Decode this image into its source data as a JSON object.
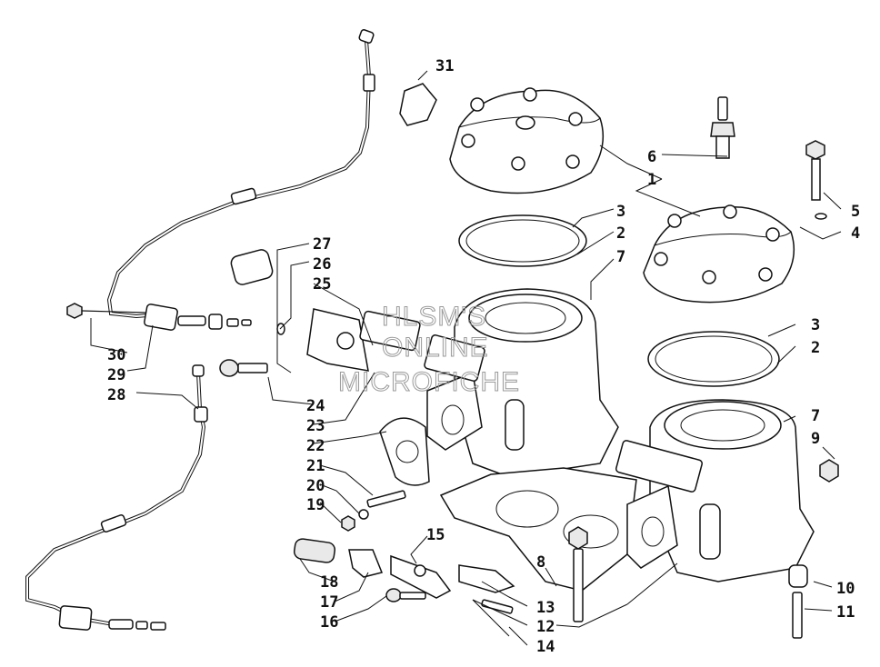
{
  "watermark": {
    "line1": "HLSM'S",
    "line2": "ONLINE",
    "line3": "MICROFICHE"
  },
  "callouts": {
    "c1": "1",
    "c2a": "2",
    "c2b": "2",
    "c3a": "3",
    "c3b": "3",
    "c4": "4",
    "c5": "5",
    "c6": "6",
    "c7a": "7",
    "c7b": "7",
    "c8": "8",
    "c9": "9",
    "c10": "10",
    "c11": "11",
    "c12": "12",
    "c13": "13",
    "c14": "14",
    "c15": "15",
    "c16": "16",
    "c17": "17",
    "c18": "18",
    "c19": "19",
    "c20": "20",
    "c21": "21",
    "c22": "22",
    "c23": "23",
    "c24": "24",
    "c25": "25",
    "c26": "26",
    "c27": "27",
    "c28": "28",
    "c29": "29",
    "c30": "30",
    "c31": "31"
  }
}
